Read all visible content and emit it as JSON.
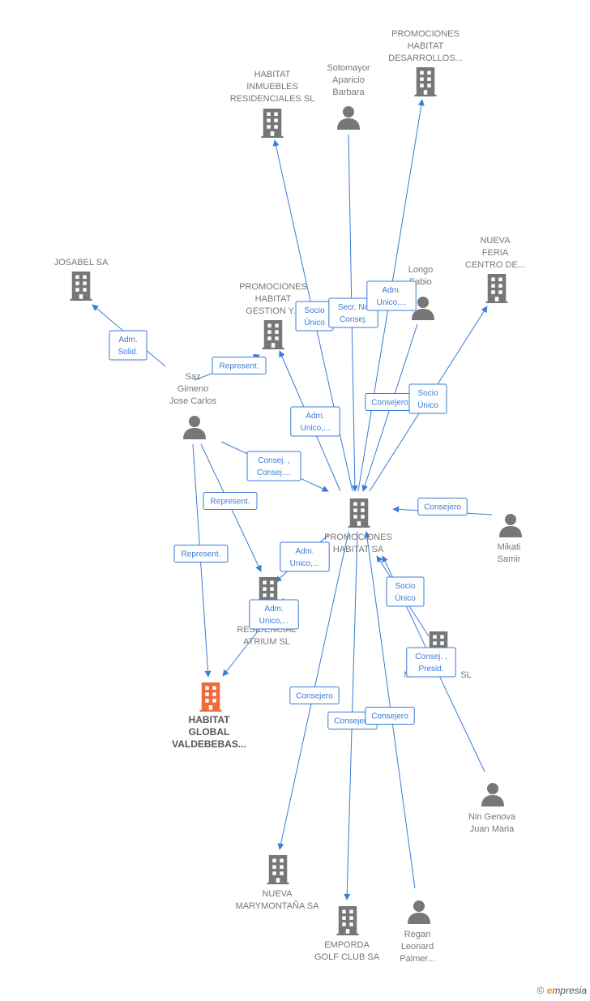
{
  "colors": {
    "edge": "#3a7bd5",
    "node": "#777777",
    "target": "#f06a3c"
  },
  "nodes": [
    {
      "id": "habitat-inmuebles",
      "type": "company",
      "lines": [
        "HABITAT",
        "INMUEBLES",
        "RESIDENCIALES SL"
      ]
    },
    {
      "id": "sotomayor",
      "type": "person",
      "lines": [
        "Sotomayor",
        "Aparicio",
        "Barbara"
      ]
    },
    {
      "id": "promociones-desarrollos",
      "type": "company",
      "lines": [
        "PROMOCIONES",
        "HABITAT",
        "DESARROLLOS..."
      ]
    },
    {
      "id": "josabel",
      "type": "company",
      "lines": [
        "JOSABEL SA"
      ]
    },
    {
      "id": "promociones-gestion",
      "type": "company",
      "lines": [
        "PROMOCIONES",
        "HABITAT",
        "GESTION Y..."
      ]
    },
    {
      "id": "longo",
      "type": "person",
      "lines": [
        "Longo",
        "Fabio"
      ]
    },
    {
      "id": "nueva-feria",
      "type": "company",
      "lines": [
        "NUEVA",
        "FERIA",
        "CENTRO DE..."
      ]
    },
    {
      "id": "saz",
      "type": "person",
      "lines": [
        "Saz",
        "Gimeno",
        "Jose Carlos"
      ]
    },
    {
      "id": "promociones-sa",
      "type": "company",
      "lines": [
        "PROMOCIONES",
        "HABITAT SA"
      ]
    },
    {
      "id": "mikati",
      "type": "person",
      "lines": [
        "Mikati",
        "Samir"
      ]
    },
    {
      "id": "atrium",
      "type": "company",
      "lines": [
        "H",
        "RESIDENCIAL",
        "ATRIUM  SL"
      ]
    },
    {
      "id": "ma-sl",
      "type": "company",
      "lines": [
        "M",
        "SL"
      ]
    },
    {
      "id": "habitat-global",
      "type": "target",
      "lines": [
        "HABITAT",
        "GLOBAL",
        "VALDEBEBAS..."
      ]
    },
    {
      "id": "nin",
      "type": "person",
      "lines": [
        "Nin Genova",
        "Juan Maria"
      ]
    },
    {
      "id": "nueva-marymontana",
      "type": "company",
      "lines": [
        "NUEVA",
        "MARYMONTAÑA SA"
      ]
    },
    {
      "id": "emporda",
      "type": "company",
      "lines": [
        "EMPORDA",
        "GOLF CLUB SA"
      ]
    },
    {
      "id": "regan",
      "type": "person",
      "lines": [
        "Regan",
        "Leonard",
        "Palmer..."
      ]
    }
  ],
  "edges": [
    {
      "from": "promociones-sa",
      "to": "habitat-inmuebles",
      "label": [
        "Socio",
        "Único"
      ]
    },
    {
      "from": "sotomayor",
      "to": "promociones-sa",
      "label": [
        "Secr.  No",
        "Consej."
      ]
    },
    {
      "from": "promociones-sa",
      "to": "promociones-desarrollos",
      "label": [
        "Adm.",
        "Unico,..."
      ]
    },
    {
      "from": "saz",
      "to": "josabel",
      "label": [
        "Adm.",
        "Solid."
      ]
    },
    {
      "from": "saz",
      "to": "promociones-gestion",
      "label": [
        "Represent."
      ]
    },
    {
      "from": "promociones-sa",
      "to": "promociones-gestion",
      "label": [
        "Adm.",
        "Unico,..."
      ]
    },
    {
      "from": "longo",
      "to": "promociones-sa",
      "label": [
        "Consejero"
      ]
    },
    {
      "from": "promociones-sa",
      "to": "nueva-feria",
      "label": [
        "Socio",
        "Único"
      ]
    },
    {
      "from": "saz",
      "to": "promociones-sa",
      "label": [
        "Consej. ,",
        "Consej...."
      ]
    },
    {
      "from": "saz",
      "to": "atrium",
      "label": [
        "Represent."
      ]
    },
    {
      "from": "saz",
      "to": "habitat-global",
      "label": [
        "Represent."
      ]
    },
    {
      "from": "promociones-sa",
      "to": "atrium",
      "label": [
        "Adm.",
        "Unico,..."
      ]
    },
    {
      "from": "atrium",
      "to": "habitat-global",
      "label": [
        "Adm.",
        "Unico,..."
      ]
    },
    {
      "from": "mikati",
      "to": "promociones-sa",
      "label": [
        "Consejero"
      ]
    },
    {
      "from": "ma-sl",
      "to": "promociones-sa",
      "label": [
        "Socio",
        "Único"
      ]
    },
    {
      "from": "nin",
      "to": "promociones-sa",
      "label": [
        "Consej. ,",
        "Presid."
      ]
    },
    {
      "from": "promociones-sa",
      "to": "nueva-marymontana",
      "label": [
        "Consejero"
      ]
    },
    {
      "from": "promociones-sa",
      "to": "emporda",
      "label": [
        "Consejero"
      ]
    },
    {
      "from": "regan",
      "to": "promociones-sa",
      "label": [
        "Consejero"
      ]
    }
  ],
  "footer": {
    "copyright": "©",
    "brand_initial": "e",
    "brand_rest": "mpresia"
  }
}
